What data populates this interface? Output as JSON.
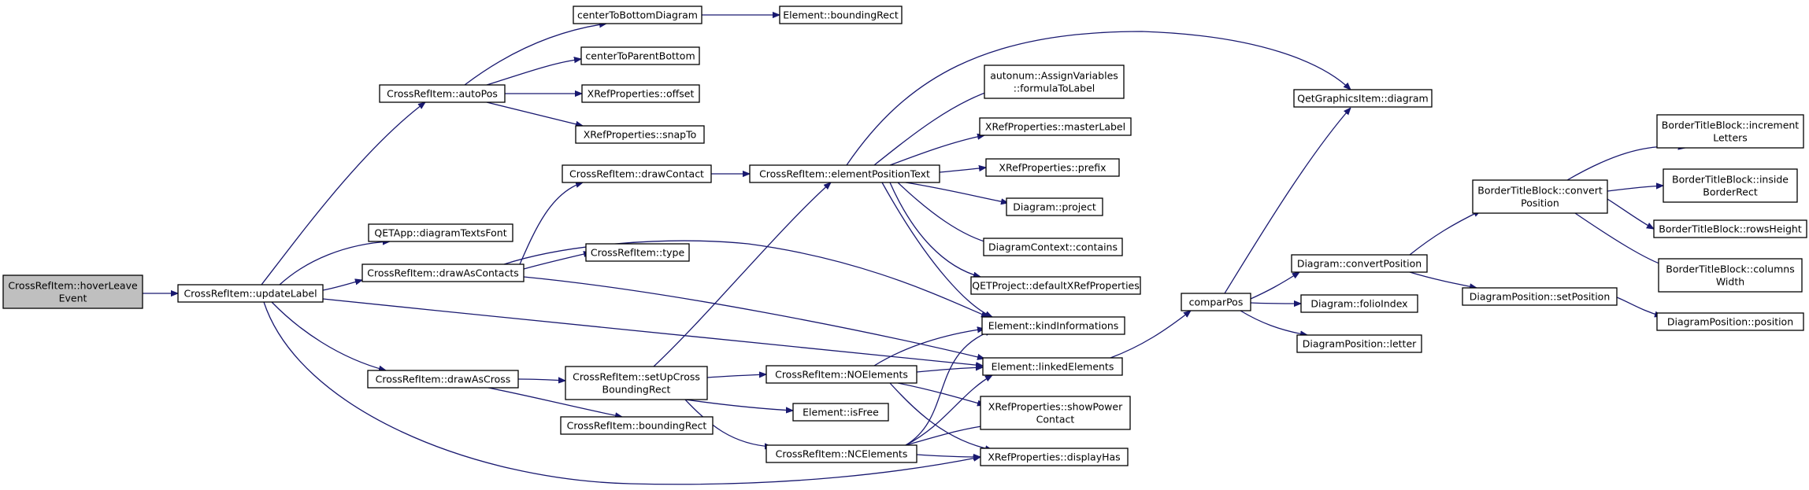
{
  "diagram": {
    "edge_color": "#191970",
    "root_fill": "#bfbfbf",
    "nodes": {
      "hoverLeave": [
        "CrossRefItem::hoverLeave",
        "Event"
      ],
      "updateLabel": [
        "CrossRefItem::updateLabel"
      ],
      "autoPos": [
        "CrossRefItem::autoPos"
      ],
      "diagramTextsFont": [
        "QETApp::diagramTextsFont"
      ],
      "drawAsContacts": [
        "CrossRefItem::drawAsContacts"
      ],
      "drawAsCross": [
        "CrossRefItem::drawAsCross"
      ],
      "centerToBottomDiagram": [
        "centerToBottomDiagram"
      ],
      "centerToParentBottom": [
        "centerToParentBottom"
      ],
      "xrefOffset": [
        "XRefProperties::offset"
      ],
      "xrefSnapTo": [
        "XRefProperties::snapTo"
      ],
      "drawContact": [
        "CrossRefItem::drawContact"
      ],
      "crossRefType": [
        "CrossRefItem::type"
      ],
      "setUpCrossBoundingRect": [
        "CrossRefItem::setUpCross",
        "BoundingRect"
      ],
      "crossBoundingRect": [
        "CrossRefItem::boundingRect"
      ],
      "elementBoundingRect": [
        "Element::boundingRect"
      ],
      "elementPositionText": [
        "CrossRefItem::elementPositionText"
      ],
      "noElements": [
        "CrossRefItem::NOElements"
      ],
      "ncElements": [
        "CrossRefItem::NCElements"
      ],
      "elementIsFree": [
        "Element::isFree"
      ],
      "formulaToLabel": [
        "autonum::AssignVariables",
        "::formulaToLabel"
      ],
      "masterLabel": [
        "XRefProperties::masterLabel"
      ],
      "xrefPrefix": [
        "XRefProperties::prefix"
      ],
      "diagramProject": [
        "Diagram::project"
      ],
      "contextContains": [
        "DiagramContext::contains"
      ],
      "defaultXRefProperties": [
        "QETProject::defaultXRefProperties"
      ],
      "kindInformations": [
        "Element::kindInformations"
      ],
      "linkedElements": [
        "Element::linkedElements"
      ],
      "showPowerContact": [
        "XRefProperties::showPower",
        "Contact"
      ],
      "displayHas": [
        "XRefProperties::displayHas"
      ],
      "graphicsDiagram": [
        "QetGraphicsItem::diagram"
      ],
      "comparPos": [
        "comparPos"
      ],
      "convertPosition": [
        "Diagram::convertPosition"
      ],
      "folioIndex": [
        "Diagram::folioIndex"
      ],
      "positionLetter": [
        "DiagramPosition::letter"
      ],
      "btbConvertPosition": [
        "BorderTitleBlock::convert",
        "Position"
      ],
      "setPosition": [
        "DiagramPosition::setPosition"
      ],
      "dpPosition": [
        "DiagramPosition::position"
      ],
      "incrementLetters": [
        "BorderTitleBlock::increment",
        "Letters"
      ],
      "insideBorderRect": [
        "BorderTitleBlock::inside",
        "BorderRect"
      ],
      "rowsHeight": [
        "BorderTitleBlock::rowsHeight"
      ],
      "columnsWidth": [
        "BorderTitleBlock::columns",
        "Width"
      ]
    },
    "edges": [
      [
        "hoverLeave",
        "updateLabel"
      ],
      [
        "updateLabel",
        "autoPos"
      ],
      [
        "updateLabel",
        "diagramTextsFont"
      ],
      [
        "updateLabel",
        "drawAsContacts"
      ],
      [
        "updateLabel",
        "drawAsCross"
      ],
      [
        "updateLabel",
        "linkedElements"
      ],
      [
        "updateLabel",
        "displayHas"
      ],
      [
        "autoPos",
        "centerToBottomDiagram"
      ],
      [
        "autoPos",
        "centerToParentBottom"
      ],
      [
        "autoPos",
        "xrefOffset"
      ],
      [
        "autoPos",
        "xrefSnapTo"
      ],
      [
        "centerToBottomDiagram",
        "elementBoundingRect"
      ],
      [
        "drawAsContacts",
        "drawContact"
      ],
      [
        "drawAsContacts",
        "crossRefType"
      ],
      [
        "drawAsContacts",
        "kindInformations"
      ],
      [
        "drawAsContacts",
        "linkedElements"
      ],
      [
        "drawContact",
        "elementPositionText"
      ],
      [
        "drawAsCross",
        "setUpCrossBoundingRect"
      ],
      [
        "drawAsCross",
        "crossBoundingRect"
      ],
      [
        "setUpCrossBoundingRect",
        "elementPositionText"
      ],
      [
        "setUpCrossBoundingRect",
        "noElements"
      ],
      [
        "setUpCrossBoundingRect",
        "elementIsFree"
      ],
      [
        "setUpCrossBoundingRect",
        "ncElements"
      ],
      [
        "elementPositionText",
        "graphicsDiagram"
      ],
      [
        "elementPositionText",
        "formulaToLabel"
      ],
      [
        "elementPositionText",
        "masterLabel"
      ],
      [
        "elementPositionText",
        "xrefPrefix"
      ],
      [
        "elementPositionText",
        "diagramProject"
      ],
      [
        "elementPositionText",
        "contextContains"
      ],
      [
        "elementPositionText",
        "defaultXRefProperties"
      ],
      [
        "elementPositionText",
        "kindInformations"
      ],
      [
        "noElements",
        "kindInformations"
      ],
      [
        "noElements",
        "linkedElements"
      ],
      [
        "noElements",
        "showPowerContact"
      ],
      [
        "noElements",
        "displayHas"
      ],
      [
        "ncElements",
        "kindInformations"
      ],
      [
        "ncElements",
        "linkedElements"
      ],
      [
        "ncElements",
        "showPowerContact"
      ],
      [
        "ncElements",
        "displayHas"
      ],
      [
        "linkedElements",
        "comparPos"
      ],
      [
        "comparPos",
        "graphicsDiagram"
      ],
      [
        "comparPos",
        "convertPosition"
      ],
      [
        "comparPos",
        "folioIndex"
      ],
      [
        "comparPos",
        "positionLetter"
      ],
      [
        "convertPosition",
        "btbConvertPosition"
      ],
      [
        "convertPosition",
        "setPosition"
      ],
      [
        "setPosition",
        "dpPosition"
      ],
      [
        "btbConvertPosition",
        "incrementLetters"
      ],
      [
        "btbConvertPosition",
        "insideBorderRect"
      ],
      [
        "btbConvertPosition",
        "rowsHeight"
      ],
      [
        "btbConvertPosition",
        "columnsWidth"
      ]
    ]
  }
}
